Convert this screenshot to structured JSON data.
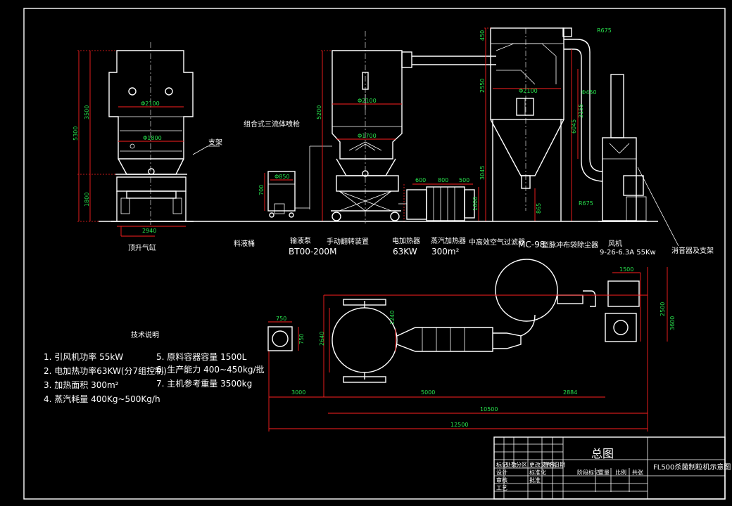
{
  "title_block": {
    "drawing_title": "FL500杀菌制粒机示意图",
    "view_title": "总图",
    "row_labels": [
      "标记",
      "设计",
      "审核",
      "工艺",
      "处数",
      "标准化",
      "批准",
      "分区",
      "更改文件号",
      "签名",
      "日期"
    ],
    "weight_label": "阶段标记",
    "cols": [
      "重量",
      "比例",
      "共张"
    ]
  },
  "tech_notes": {
    "heading": "技术说明",
    "items": [
      "1. 引风机功率 55kW",
      "2. 电加热功率63KW(分7组控制)",
      "3. 加热面积 300m²",
      "4. 蒸汽耗量 400Kg~500Kg/h",
      "5. 原料容器容量 1500L",
      "6. 生产能力 400~450kg/批",
      "7. 主机参考重量 3500kg"
    ]
  },
  "labels": {
    "support": "支架",
    "lift_cylinder": "顶升气缸",
    "nozzle": "组合式三流体喷枪",
    "liquid_tank": "料液桶",
    "pump": "输液泵",
    "pump_model": "BT00-200M",
    "bowl_cart": "手动翻转装置",
    "electric_heater": "电加热器",
    "electric_power": "63KW",
    "steam_heater": "蒸汽加热器",
    "steam_area": "300m²",
    "air_filter": "中高效空气过滤器",
    "dust_collector_model": "MC-98",
    "dust_collector": "型脉冲布袋除尘器",
    "fan": "风机",
    "fan_model": "9-26-6.3A 55Kw",
    "silencer": "消音器及支架"
  },
  "dimensions": {
    "d2100": "Φ2100",
    "d1800": "Φ1800",
    "d1700": "Φ1700",
    "d450": "Φ450",
    "d850": "Φ850",
    "h3500": "3500",
    "h5300": "5300",
    "h1800": "1800",
    "w2940": "2940",
    "h5200": "5200",
    "h700": "700",
    "w600": "600",
    "w800": "800",
    "w500": "500",
    "h1600": "1600",
    "h450": "450",
    "h2550": "2550",
    "h3045": "3045",
    "h865": "865",
    "h6045": "6045",
    "h3155": "3155",
    "r675a": "R675",
    "r675b": "R675",
    "w1500": "1500",
    "h2500": "2500",
    "h3600": "3600",
    "w750": "750",
    "h750": "750",
    "h2640": "2640",
    "h1240": "1240",
    "w3000": "3000",
    "w5000": "5000",
    "w2884": "2884",
    "w10500": "10500",
    "w12500": "12500"
  }
}
